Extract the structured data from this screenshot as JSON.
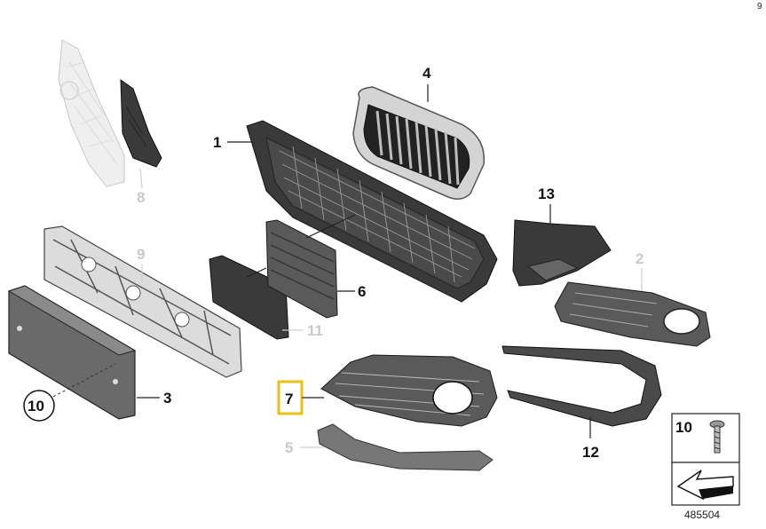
{
  "diagram": {
    "corner_mark": "9",
    "callouts": {
      "c1": "1",
      "c2": "2",
      "c3": "3",
      "c4": "4",
      "c5": "5",
      "c6": "6",
      "c7": "7",
      "c8": "8",
      "c9": "9",
      "c10": "10",
      "c11": "11",
      "c12": "12",
      "c13": "13"
    },
    "legend": {
      "part_number": "10"
    },
    "diagram_id": "485504"
  },
  "colors": {
    "highlight_box": "#e8c21a",
    "faded_label": "#c9c9c9",
    "part_dark": "#3a3a3a"
  }
}
